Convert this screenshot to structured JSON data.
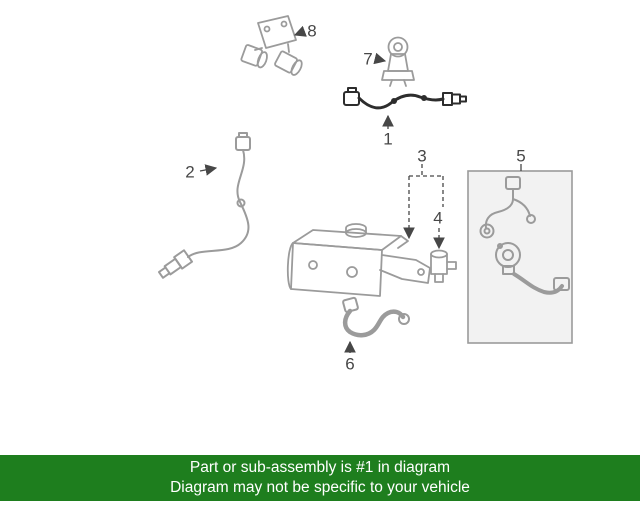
{
  "colors": {
    "banner_bg": "#1e7e1e",
    "banner_text": "#ffffff",
    "part_line": "#9b9b9b",
    "highlight": "#2d2d2d",
    "callout": "#474747",
    "box_fill": "#f2f2f2"
  },
  "banner": {
    "line1": "Part or sub-assembly is #1 in diagram",
    "line2": "Diagram may not be specific to your vehicle"
  },
  "diagram": {
    "callouts": {
      "c1": "1",
      "c2": "2",
      "c3": "3",
      "c4": "4",
      "c5": "5",
      "c6": "6",
      "c7": "7",
      "c8": "8"
    }
  }
}
